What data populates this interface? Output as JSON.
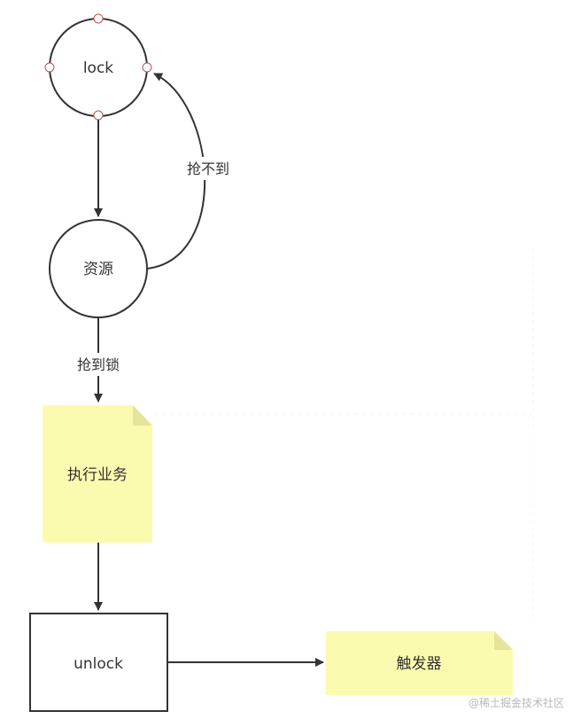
{
  "nodes": {
    "lock": "lock",
    "resource": "资源",
    "execute": "执行业务",
    "unlock": "unlock",
    "trigger": "触发器"
  },
  "edges": {
    "retry": "抢不到",
    "acquired": "抢到锁"
  },
  "watermark": "@稀土掘金技术社区",
  "colors": {
    "stroke": "#333333",
    "note_fill": "#fbfbaf",
    "note_fold": "#e4e49a",
    "handle_stroke": "#b85450"
  }
}
